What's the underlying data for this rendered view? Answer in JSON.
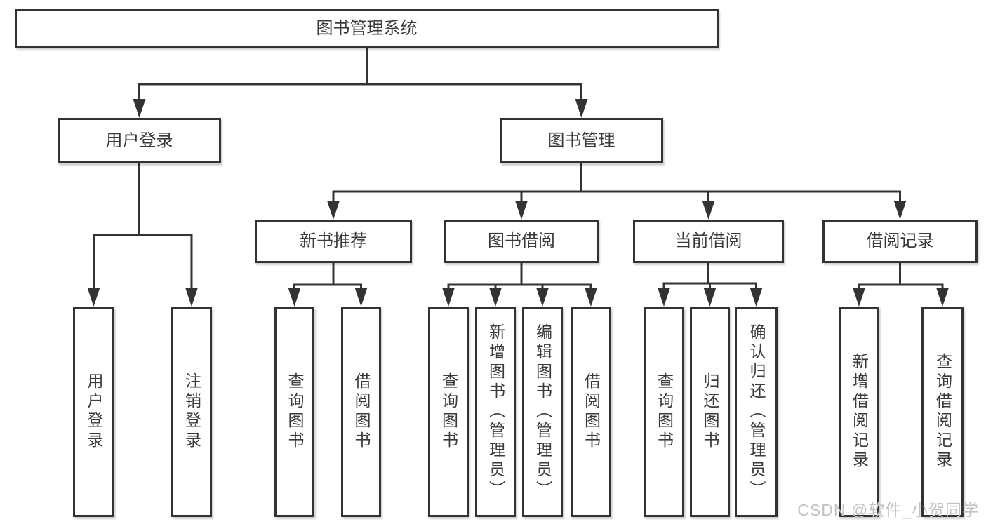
{
  "diagram": {
    "type": "hierarchy-diagram",
    "background": "#ffffff",
    "line_color": "#333333",
    "text_color": "#3a3a3a",
    "watermark": {
      "text": "CSDN @软件_小贺同学",
      "color": "#c2c2c2"
    },
    "nodes": {
      "root": {
        "label": "图书管理系统"
      },
      "user_login": {
        "label": "用户登录"
      },
      "book_mgmt": {
        "label": "图书管理"
      },
      "login": {
        "label": "用户登录"
      },
      "logout": {
        "label": "注销登录"
      },
      "new_books": {
        "label": "新书推荐"
      },
      "book_borrow": {
        "label": "图书借阅"
      },
      "current_borrow": {
        "label": "当前借阅"
      },
      "borrow_records": {
        "label": "借阅记录"
      },
      "nb_query": {
        "label": "查询图书"
      },
      "nb_borrow": {
        "label": "借阅图书"
      },
      "bb_query": {
        "label": "查询图书"
      },
      "bb_add": {
        "label": "新增图书（管理员）"
      },
      "bb_edit": {
        "label": "编辑图书（管理员）"
      },
      "bb_borrow": {
        "label": "借阅图书"
      },
      "cb_query": {
        "label": "查询图书"
      },
      "cb_return": {
        "label": "归还图书"
      },
      "cb_confirm": {
        "label": "确认归还（管理员）"
      },
      "rec_add": {
        "label": "新增借阅记录"
      },
      "rec_query": {
        "label": "查询借阅记录"
      }
    },
    "edges": [
      [
        "root",
        "user_login"
      ],
      [
        "root",
        "book_mgmt"
      ],
      [
        "user_login",
        "login"
      ],
      [
        "user_login",
        "logout"
      ],
      [
        "book_mgmt",
        "new_books"
      ],
      [
        "book_mgmt",
        "book_borrow"
      ],
      [
        "book_mgmt",
        "current_borrow"
      ],
      [
        "book_mgmt",
        "borrow_records"
      ],
      [
        "new_books",
        "nb_query"
      ],
      [
        "new_books",
        "nb_borrow"
      ],
      [
        "book_borrow",
        "bb_query"
      ],
      [
        "book_borrow",
        "bb_add"
      ],
      [
        "book_borrow",
        "bb_edit"
      ],
      [
        "book_borrow",
        "bb_borrow"
      ],
      [
        "current_borrow",
        "cb_query"
      ],
      [
        "current_borrow",
        "cb_return"
      ],
      [
        "current_borrow",
        "cb_confirm"
      ],
      [
        "borrow_records",
        "rec_add"
      ],
      [
        "borrow_records",
        "rec_query"
      ]
    ]
  }
}
